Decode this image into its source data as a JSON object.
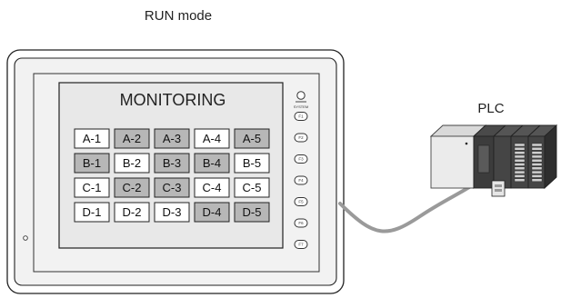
{
  "caption": "RUN mode",
  "hmi": {
    "screen_title": "MONITORING",
    "system_key_label": "SYSTEM",
    "function_keys": [
      "F1",
      "F2",
      "F3",
      "F4",
      "F5",
      "F6",
      "F7"
    ],
    "grid": [
      [
        {
          "label": "A-1",
          "state": "off"
        },
        {
          "label": "A-2",
          "state": "on"
        },
        {
          "label": "A-3",
          "state": "on"
        },
        {
          "label": "A-4",
          "state": "off"
        },
        {
          "label": "A-5",
          "state": "on"
        }
      ],
      [
        {
          "label": "B-1",
          "state": "on"
        },
        {
          "label": "B-2",
          "state": "off"
        },
        {
          "label": "B-3",
          "state": "on"
        },
        {
          "label": "B-4",
          "state": "on"
        },
        {
          "label": "B-5",
          "state": "off"
        }
      ],
      [
        {
          "label": "C-1",
          "state": "off"
        },
        {
          "label": "C-2",
          "state": "on"
        },
        {
          "label": "C-3",
          "state": "on"
        },
        {
          "label": "C-4",
          "state": "off"
        },
        {
          "label": "C-5",
          "state": "off"
        }
      ],
      [
        {
          "label": "D-1",
          "state": "off"
        },
        {
          "label": "D-2",
          "state": "off"
        },
        {
          "label": "D-3",
          "state": "off"
        },
        {
          "label": "D-4",
          "state": "on"
        },
        {
          "label": "D-5",
          "state": "on"
        }
      ]
    ]
  },
  "plc": {
    "label": "PLC"
  },
  "colors": {
    "cell_on": "#b7b7b7",
    "cell_off": "#ffffff",
    "panel_fill": "#f2f2f2",
    "screen_fill": "#e8e8e8",
    "cable": "#9a9a9a"
  }
}
